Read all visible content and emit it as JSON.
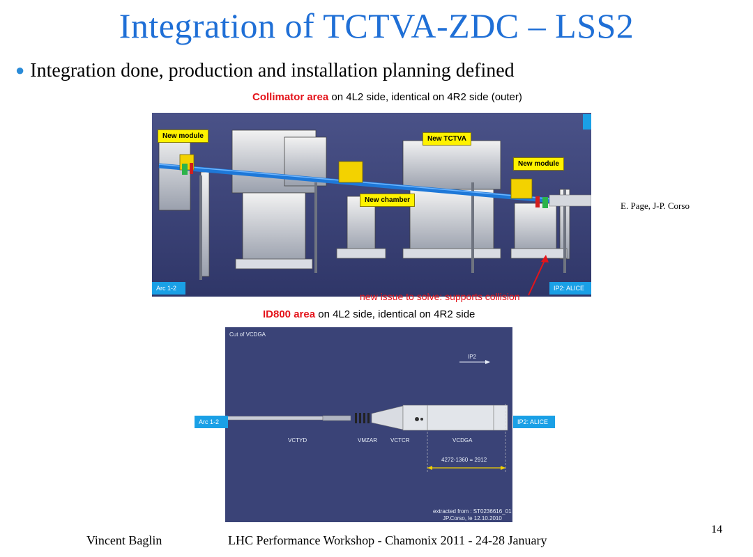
{
  "slide": {
    "title": "Integration of TCTVA-ZDC – LSS2",
    "bullet": "Integration done, production and installation planning defined",
    "page_number": "14"
  },
  "collimator_figure": {
    "caption_red": "Collimator area",
    "caption_rest": " on 4L2 side, identical on 4R2 side (outer)",
    "labels": {
      "new_module_left": "New module",
      "new_tctva": "New TCTVA",
      "new_module_right": "New module",
      "new_chamber": "New chamber",
      "arc": "Arc 1-2",
      "ip2": "IP2: ALICE"
    },
    "issue_text": "new issue to solve: supports collision",
    "credit": "E. Page, J-P. Corso"
  },
  "id800_figure": {
    "caption_red": "ID800 area",
    "caption_rest": " on 4L2 side, identical on 4R2 side",
    "labels": {
      "cut": "Cut of VCDGA",
      "ip2_arrow": "IP2",
      "arc": "Arc 1-2",
      "ip2": "IP2: ALICE",
      "vctyd": "VCTYD",
      "vmzar": "VMZAR",
      "vctcr": "VCTCR",
      "vcdga": "VCDGA",
      "dimension": "4272-1360 = 2912",
      "extracted_line1": "extracted from : ST0236616_01",
      "extracted_line2": "JP.Corso, le 12.10.2010"
    }
  },
  "footer": {
    "author": "Vincent Baglin",
    "event": "LHC Performance Workshop - Chamonix 2011 - 24-28 January"
  },
  "colors": {
    "title_blue": "#1f6fd6",
    "caption_red": "#e4141b",
    "cad_background": "#3a4377",
    "label_yellow": "#fff200",
    "label_blue": "#1aa0e6",
    "beam_pipe": "#1e78d8"
  }
}
